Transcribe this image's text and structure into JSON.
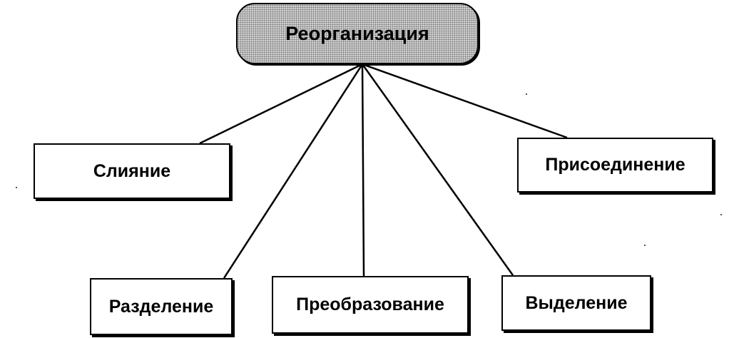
{
  "diagram": {
    "root": {
      "label": "Реорганизация"
    },
    "children": [
      {
        "key": "merger",
        "label": "Слияние"
      },
      {
        "key": "accession",
        "label": "Присоединение"
      },
      {
        "key": "division",
        "label": "Разделение"
      },
      {
        "key": "transformation",
        "label": "Преобразование"
      },
      {
        "key": "separation",
        "label": "Выделение"
      }
    ]
  },
  "colors": {
    "line": "#000000",
    "border": "#000000",
    "root_fill": "#d0d0d0",
    "box_fill": "#ffffff"
  }
}
